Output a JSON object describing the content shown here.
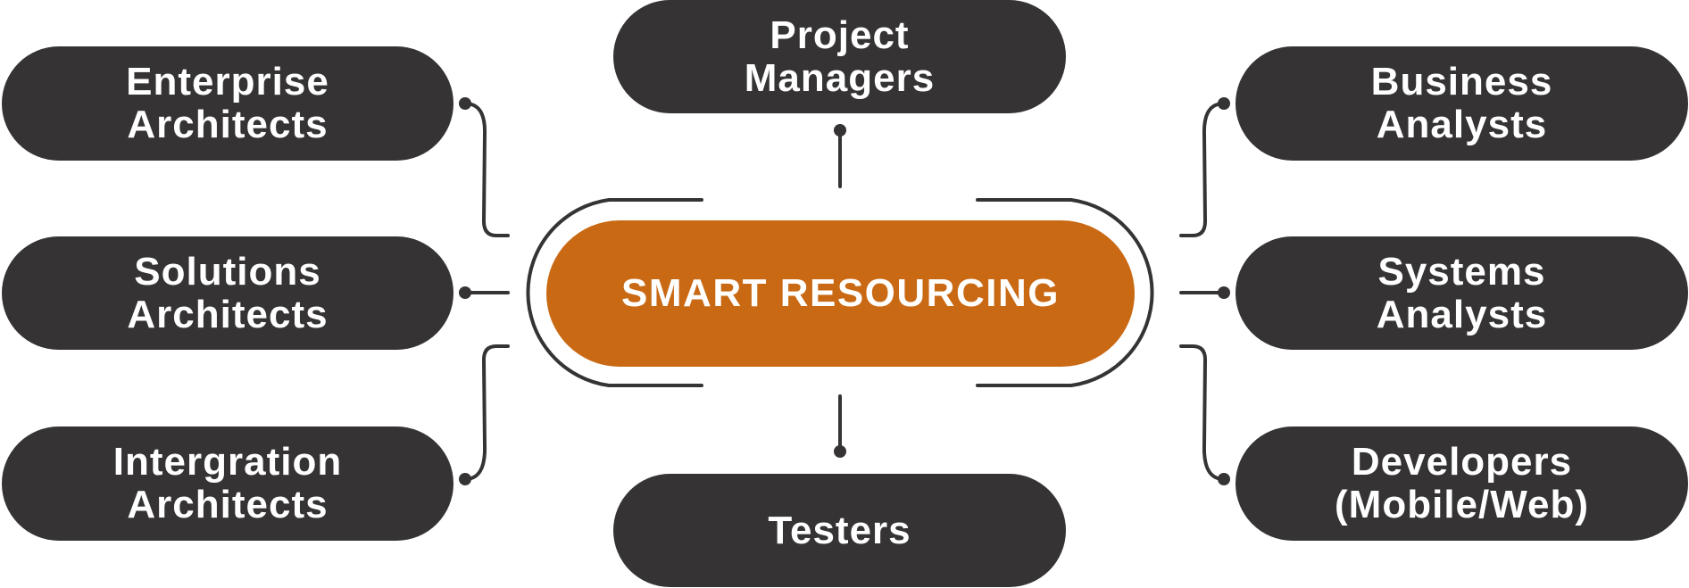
{
  "center": {
    "label": "SMART RESOURCING",
    "color": "#c96914"
  },
  "node_color": "#353333",
  "line_color": "#353333",
  "nodes": {
    "enterprise": {
      "line1": "Enterprise",
      "line2": "Architects"
    },
    "solutions": {
      "line1": "Solutions",
      "line2": "Architects"
    },
    "integration": {
      "line1": "Intergration",
      "line2": "Architects"
    },
    "project": {
      "line1": "Project",
      "line2": "Managers"
    },
    "testers": {
      "line1": "Testers"
    },
    "business": {
      "line1": "Business",
      "line2": "Analysts"
    },
    "systems": {
      "line1": "Systems",
      "line2": "Analysts"
    },
    "developers": {
      "line1": "Developers",
      "line2": "(Mobile/Web)"
    }
  }
}
